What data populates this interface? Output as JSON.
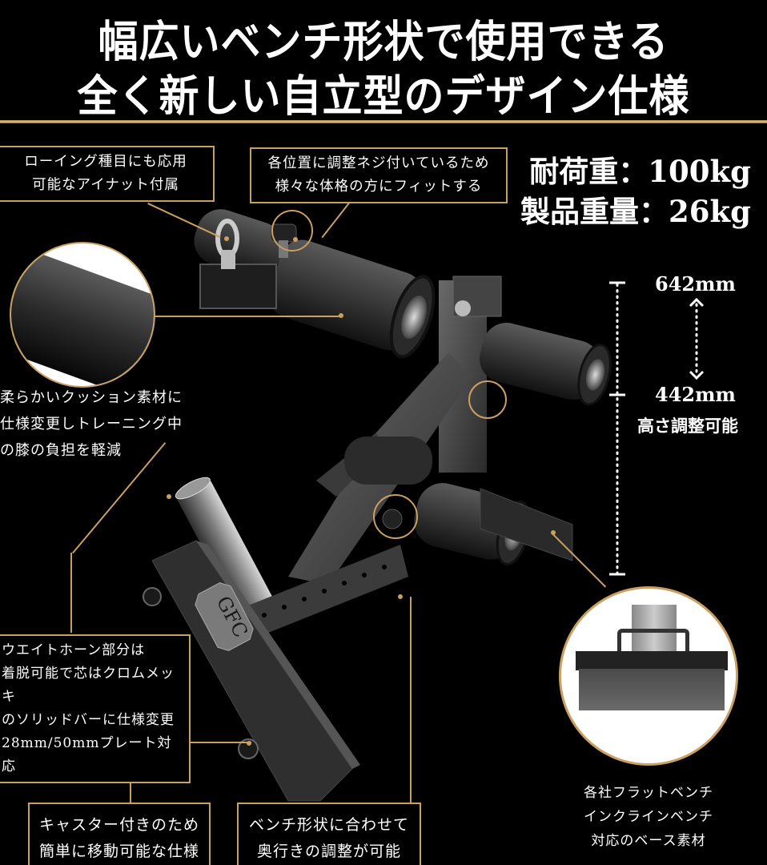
{
  "header": {
    "title_line1": "幅広いベンチ形状で使用できる",
    "title_line2": "全く新しい自立型のデザイン仕様"
  },
  "specs": {
    "load_capacity": "耐荷重：100kg",
    "product_weight": "製品重量：26kg"
  },
  "height_adjust": {
    "max": "642mm",
    "min": "442mm",
    "label": "高さ調整可能"
  },
  "callouts": {
    "eyenut": [
      "ローイング種目にも応用",
      "可能なアイナット付属"
    ],
    "adjust_screws": [
      "各位置に調整ネジ付いているため",
      "様々な体格の方にフィットする"
    ],
    "cushion": [
      "柔らかいクッション素材に",
      "仕様変更しトレーニング中",
      "の膝の負担を軽減"
    ],
    "weight_horn": [
      "ウエイトホーン部分は",
      "着脱可能で芯はクロムメッキ",
      "のソリッドバーに仕様変更",
      "28mm/50mmプレート対応"
    ],
    "casters": [
      "キャスター付きのため",
      "簡単に移動可能な仕様"
    ],
    "depth_adjust": [
      "ベンチ形状に合わせて",
      "奥行きの調整が可能"
    ],
    "base": [
      "各社フラットベンチ",
      "インクラインベンチ",
      "対応のベース素材"
    ]
  },
  "product": {
    "logo_plate": "GFC"
  },
  "colors": {
    "background": "#000000",
    "accent_gold": "#c9a062",
    "text": "#ffffff"
  }
}
